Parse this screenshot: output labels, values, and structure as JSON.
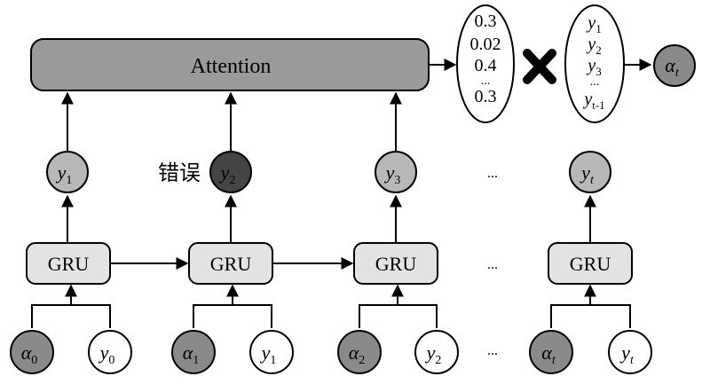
{
  "attention": {
    "label": "Attention"
  },
  "weights": {
    "items": [
      "0.3",
      "0.02",
      "0.4",
      "...",
      "0.3"
    ]
  },
  "outputs_vector": {
    "items": [
      {
        "base": "y",
        "sub": "1"
      },
      {
        "base": "y",
        "sub": "2"
      },
      {
        "base": "y",
        "sub": "3"
      },
      {
        "base": "...",
        "sub": ""
      },
      {
        "base": "y",
        "sub": "t-1"
      }
    ]
  },
  "result": {
    "base": "α",
    "sub": "t"
  },
  "gru": {
    "label": "GRU"
  },
  "ellipsis": "...",
  "error_label": "错误",
  "columns": [
    {
      "out": {
        "base": "y",
        "sub": "1"
      },
      "in_a": {
        "base": "α",
        "sub": "0"
      },
      "in_y": {
        "base": "y",
        "sub": "0"
      }
    },
    {
      "out": {
        "base": "y",
        "sub": "2"
      },
      "in_a": {
        "base": "α",
        "sub": "1"
      },
      "in_y": {
        "base": "y",
        "sub": "1"
      }
    },
    {
      "out": {
        "base": "y",
        "sub": "3"
      },
      "in_a": {
        "base": "α",
        "sub": "2"
      },
      "in_y": {
        "base": "y",
        "sub": "2"
      }
    },
    {
      "out": {
        "base": "y",
        "sub": "t"
      },
      "in_a": {
        "base": "α",
        "sub": "t"
      },
      "in_y": {
        "base": "y",
        "sub": "t"
      }
    }
  ],
  "colors": {
    "attention_fill": "#9a9a9a",
    "gru_fill": "#e3e3e3",
    "output_node_fill": "#b8b8b8",
    "error_node_fill": "#444444",
    "alpha_node_fill": "#8a8a8a"
  }
}
